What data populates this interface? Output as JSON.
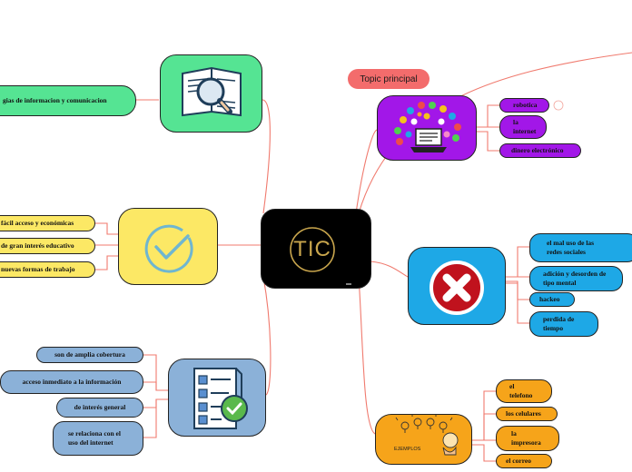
{
  "center": {
    "label": "TIC"
  },
  "topic": {
    "label": "Topic principal"
  },
  "left_top": {
    "label": "gias de informacion y comunicacion"
  },
  "left_mid": {
    "items": [
      "fácil acceso y económicas",
      "de gran interés educativo",
      "nuevas formas de trabajo"
    ]
  },
  "left_bottom": {
    "items": [
      "son de amplia cobertura",
      "acceso inmediato a la información",
      "de interés general",
      "se relaciona con el uso del internet"
    ]
  },
  "right_top": {
    "items": [
      "robotica",
      "la internet",
      "dinero electrónico"
    ]
  },
  "right_mid": {
    "items": [
      "el mal uso de las redes sociales",
      "adición y desorden de tipo mental",
      "hackeo",
      "perdida de tiempo"
    ]
  },
  "right_bottom": {
    "caption": "EJEMPLOS",
    "items": [
      "el telefono",
      "los celulares",
      "la impresora",
      "el correo"
    ]
  },
  "colors": {
    "connector": "#f07a6e",
    "green": "#55e493",
    "yellow": "#fce865",
    "blue_light": "#8bb1d8",
    "purple": "#a217e8",
    "red_hub": "#1ea8e6",
    "orange": "#f6a41a",
    "center_bg": "#000000",
    "center_gold": "#c9a64d"
  },
  "icons": [
    "magnifier-book-icon",
    "checkmark-circle-icon",
    "checklist-document-icon",
    "tech-laptop-icon",
    "red-x-icon",
    "lightbulbs-icon"
  ]
}
